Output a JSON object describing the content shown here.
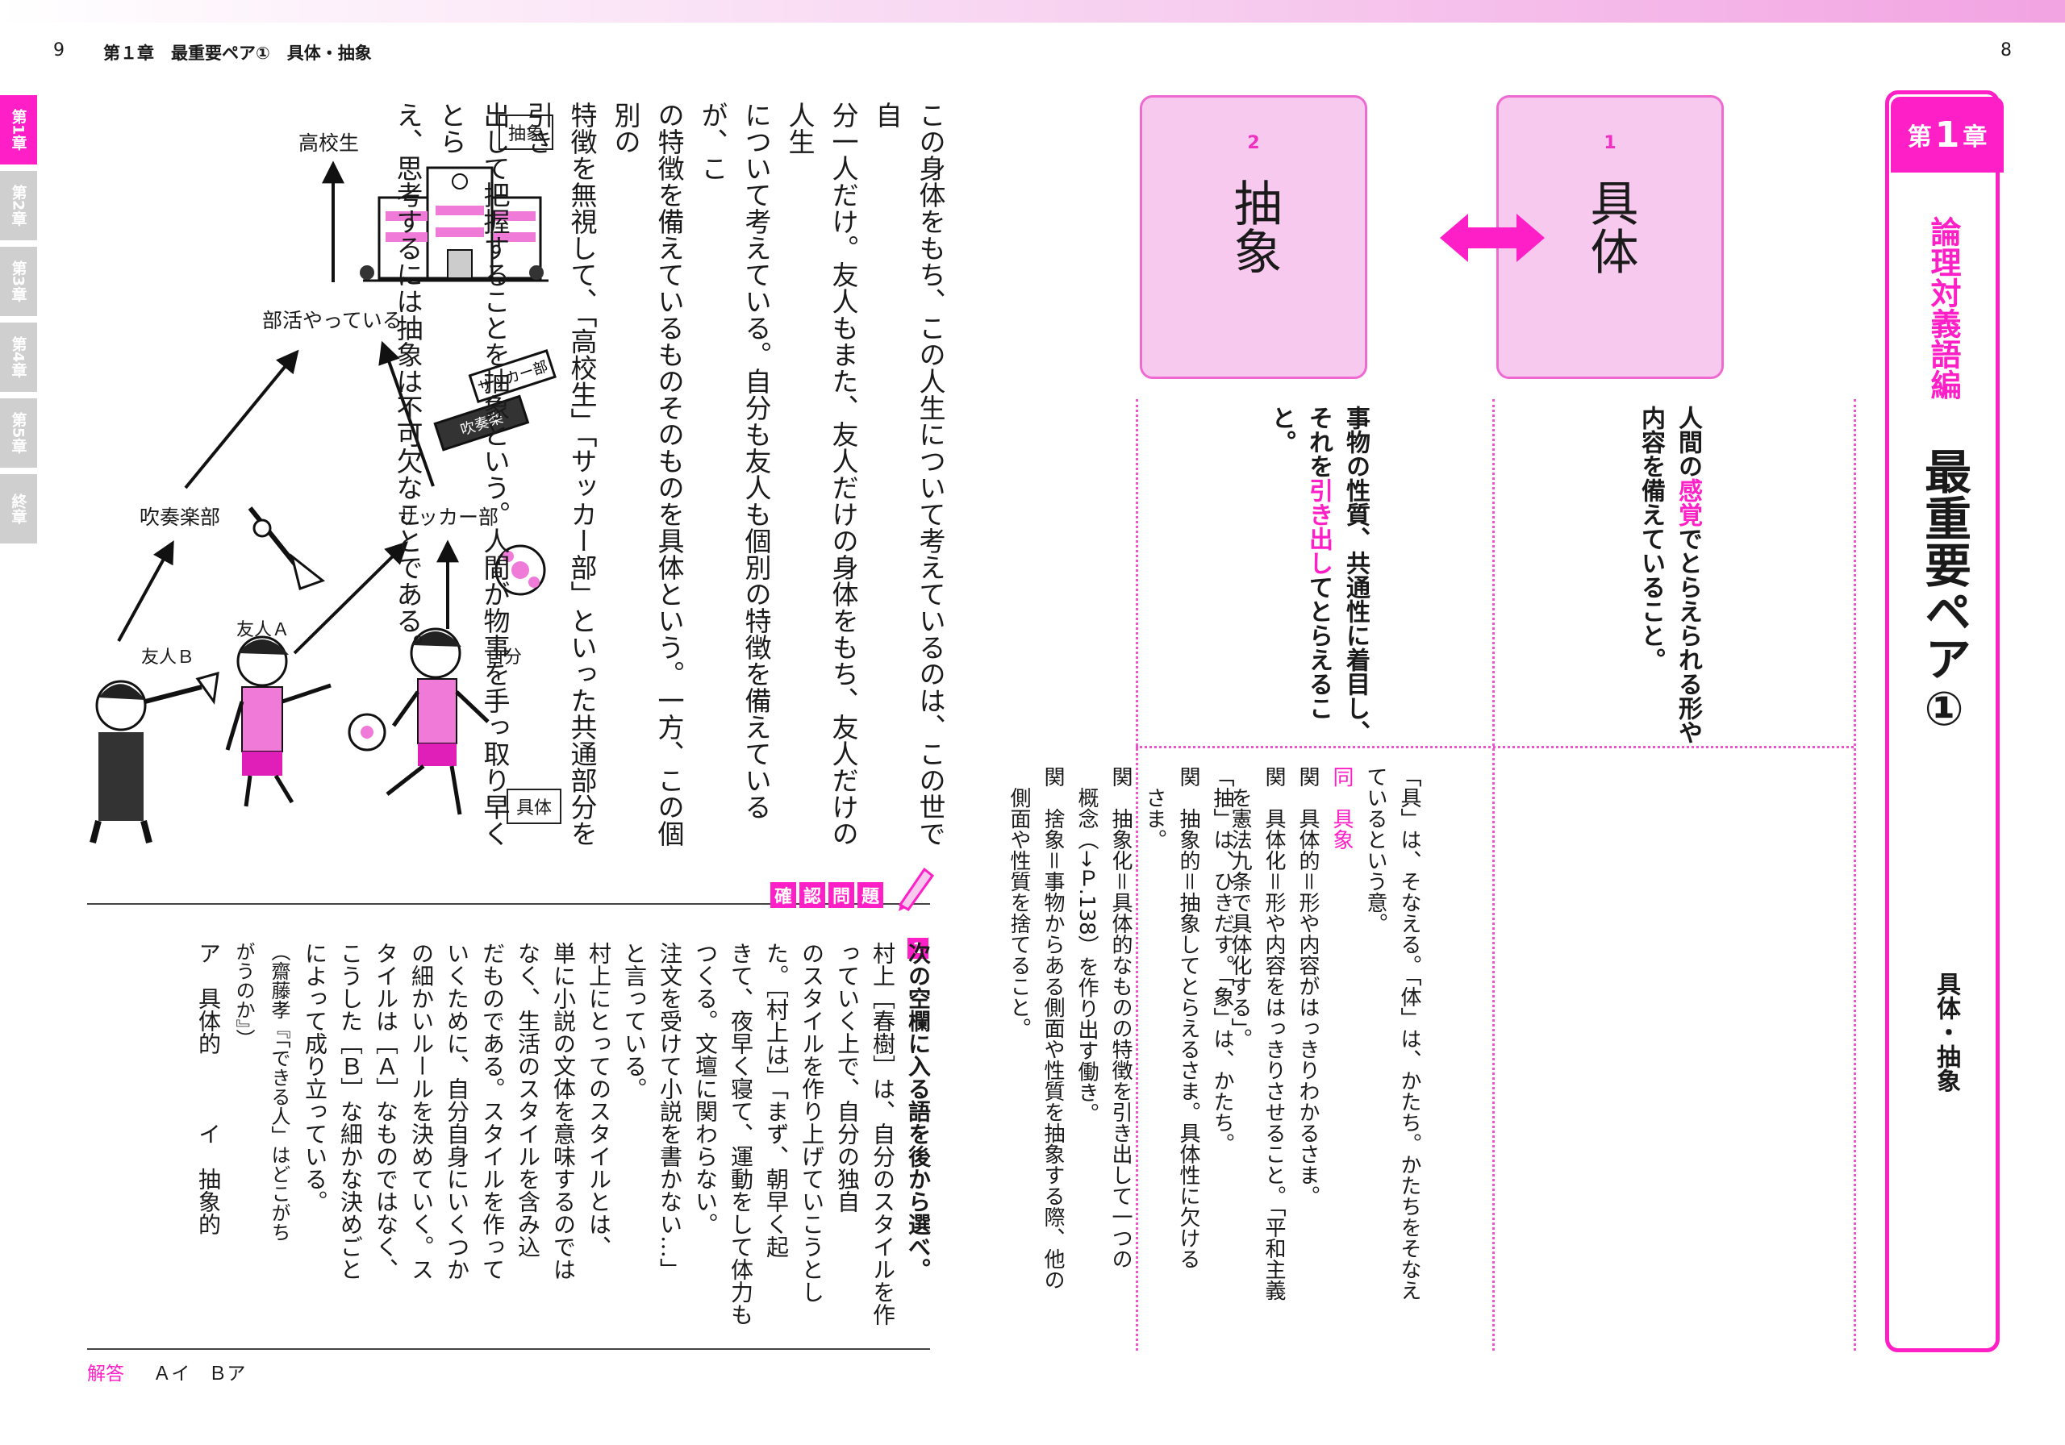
{
  "header": {
    "left_page_number": "9",
    "running_head": "第１章　最重要ペア①　具体・抽象",
    "right_page_number": "8"
  },
  "chapter_tabs": [
    "第1章",
    "第2章",
    "第3章",
    "第4章",
    "第5章",
    "終章"
  ],
  "illustration": {
    "top_label": "高校生",
    "middle_label": "部活やっている",
    "club_left": "吹奏楽部",
    "club_right": "サッカー部",
    "friend_b": "友人Ｂ",
    "friend_a": "友人Ａ",
    "self": "自分",
    "abstract_box": "抽象",
    "concrete_box": "具体",
    "club_sign_1": "サッカー部",
    "club_sign_2": "吹奏楽"
  },
  "body_columns": [
    "この身体をもち、この人生について考えているのは、この世で自",
    "分一人だけ。友人もまた、友人だけの身体をもち、友人だけの人生",
    "について考えている。自分も友人も個別の特徴を備えているが、こ",
    "の特徴を備えているものそのものを具体という。一方、この個別の",
    "特徴を無視して、「高校生」「サッカー部」といった共通部分を引き",
    "出して把握することを抽象という。人間が物事を手っ取り早くとら",
    "え、思考するには抽象は不可欠なことである。"
  ],
  "quiz": {
    "banner": [
      "確",
      "認",
      "問",
      "題"
    ],
    "number": "1",
    "columns": [
      "次の空欄に入る語を後から選べ。",
      "村上［春樹］は、自分のスタイルを作っていく上で、自分の独自",
      "のスタイルを作り上げていこうとした。［村上は］「まず、朝早く起",
      "きて、夜早く寝て、運動をして体力もつくる。文壇に関わらない。",
      "注文を受けて小説を書かない…」",
      "と言っている。",
      "村上にとってのスタイルとは、",
      "単に小説の文体を意味するのでは",
      "なく、生活のスタイルを含み込",
      "だものである。スタイルを作って",
      "いくために、自分自身にいくつか",
      "の細かいルールを決めていく。ス",
      "タイルは［Ａ］なものではなく、",
      "こうした［Ｂ］な細かな決めごと",
      "によって成り立っている。",
      "（齋藤孝『「できる人」はどこがち",
      "がうのか』）",
      "ア　具体的　　　イ　抽象的"
    ],
    "answer_label": "解答",
    "answer_text": "Ａイ　Ｂア"
  },
  "pair": {
    "concrete": {
      "number": "1",
      "term": "具体",
      "definition": [
        "人間の感覚でとらえられる形や",
        "内容を備えていること。"
      ],
      "notes": [
        "「具」は、そなえる。「体」は、かたち。かたちをそなえ",
        "ているという意。",
        "同　具象",
        "関　具体的＝形や内容がはっきりわかるさま。",
        "関　具体化＝形や内容をはっきりさせること。「平和主義",
        "　を憲法九条で具体化する」。"
      ]
    },
    "abstract": {
      "number": "2",
      "term": "抽象",
      "definition": [
        "事物の性質、共通性に着目し、",
        "それを引き出してとらえること。"
      ],
      "notes": [
        "「抽」は、ひきだす。「象」は、かたち。",
        "関　抽象的＝抽象してとらえるさま。具体性に欠ける",
        "　さま。",
        "関　抽象化＝具体的なものの特徴を引き出して一つの",
        "　概念（→Ｐ.138）を作り出す働き。",
        "関　捨象＝事物からある側面や性質を抽象する際、他の",
        "　側面や性質を捨てること。"
      ]
    }
  },
  "chapter": {
    "badge_pre": "第",
    "badge_num": "1",
    "badge_post": "章",
    "series": "論理対義語編",
    "title": "最重要ペア①",
    "subtitle": "具体・抽象"
  },
  "colors": {
    "accent": "#ff1fc6",
    "card_fill": "#f8c9ef",
    "card_border": "#ee6ad0"
  }
}
